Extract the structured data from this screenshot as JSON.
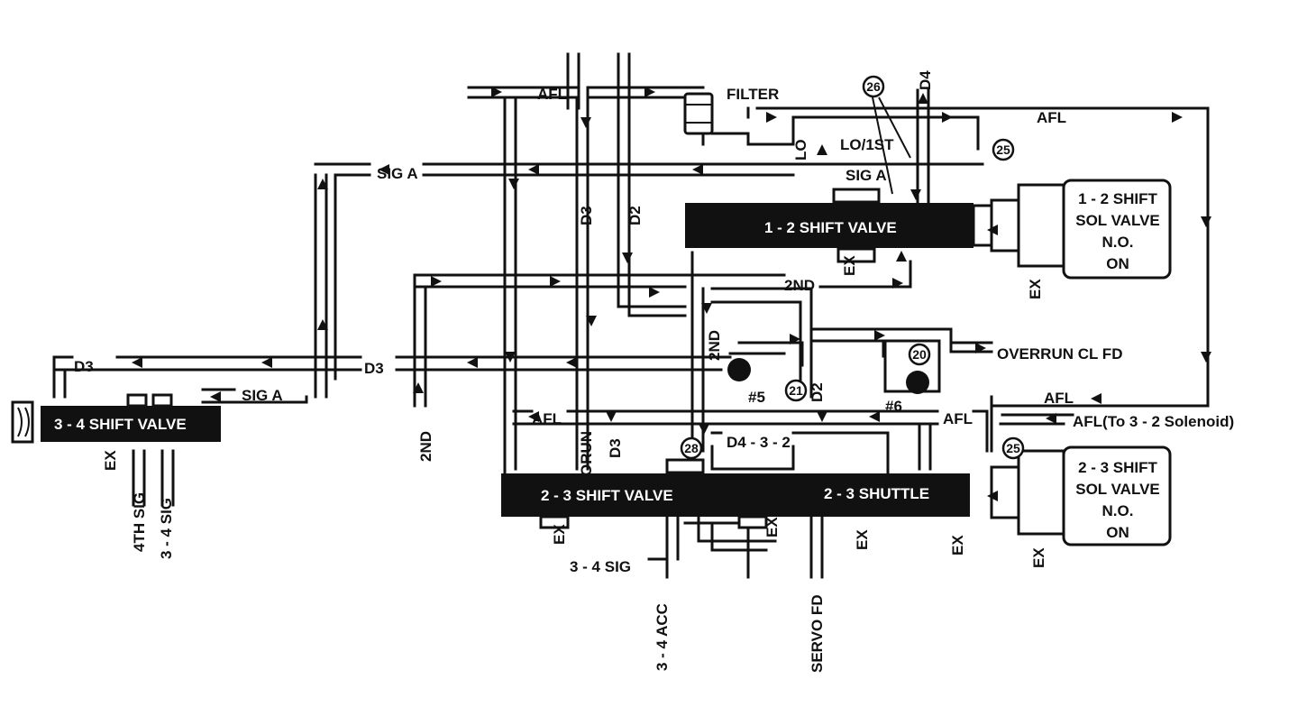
{
  "labels": {
    "afl": "AFL",
    "filter": "FILTER",
    "sig_a": "SIG A",
    "lo": "LO",
    "lo_1st": "LO/1ST",
    "d4": "D4",
    "d3": "D3",
    "d2": "D2",
    "second": "2ND",
    "overrun_cl_fd": "OVERRUN CL FD",
    "ex": "EX",
    "orun": "ORUN",
    "afl_to_32": "AFL(To 3 - 2 Solenoid)",
    "d4_3_2": "D4 - 3 - 2",
    "fourth_sig": "4TH SIG",
    "sig_34": "3 - 4 SIG",
    "acc_34": "3 - 4 ACC",
    "servo_fd": "SERVO FD",
    "check5": "#5",
    "check6": "#6"
  },
  "valves": {
    "v12": "1 - 2 SHIFT VALVE",
    "v23": "2 - 3 SHIFT VALVE",
    "v34": "3 - 4 SHIFT VALVE",
    "shuttle": "2 - 3 SHUTTLE"
  },
  "solenoids": {
    "s12": {
      "l1": "1 - 2 SHIFT",
      "l2": "SOL VALVE",
      "l3": "N.O.",
      "l4": "ON"
    },
    "s23": {
      "l1": "2 - 3 SHIFT",
      "l2": "SOL VALVE",
      "l3": "N.O.",
      "l4": "ON"
    }
  },
  "callouts": {
    "c26": "26",
    "c25a": "25",
    "c25b": "25",
    "c28": "28",
    "c20": "20",
    "c21": "21"
  }
}
